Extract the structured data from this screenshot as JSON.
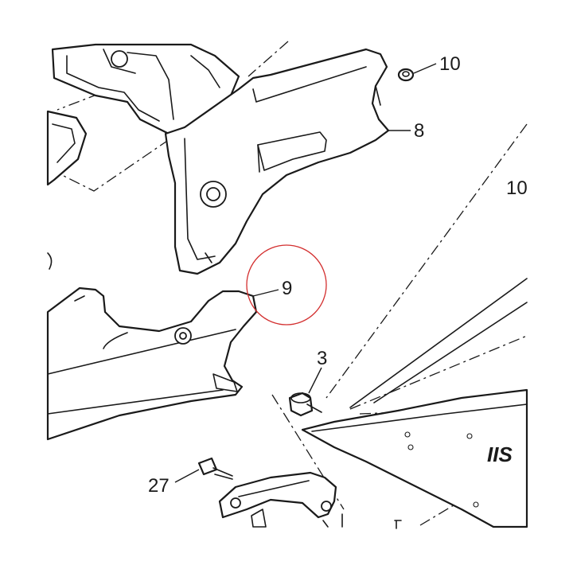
{
  "callouts": {
    "part_10_top": "10",
    "part_8": "8",
    "part_10_right": "10",
    "part_9": "9",
    "part_3": "3",
    "part_27": "27"
  },
  "decal_text": "IIS",
  "colors": {
    "line": "#1a1a1a",
    "highlight_circle": "#d32f2f",
    "background": "#ffffff"
  }
}
